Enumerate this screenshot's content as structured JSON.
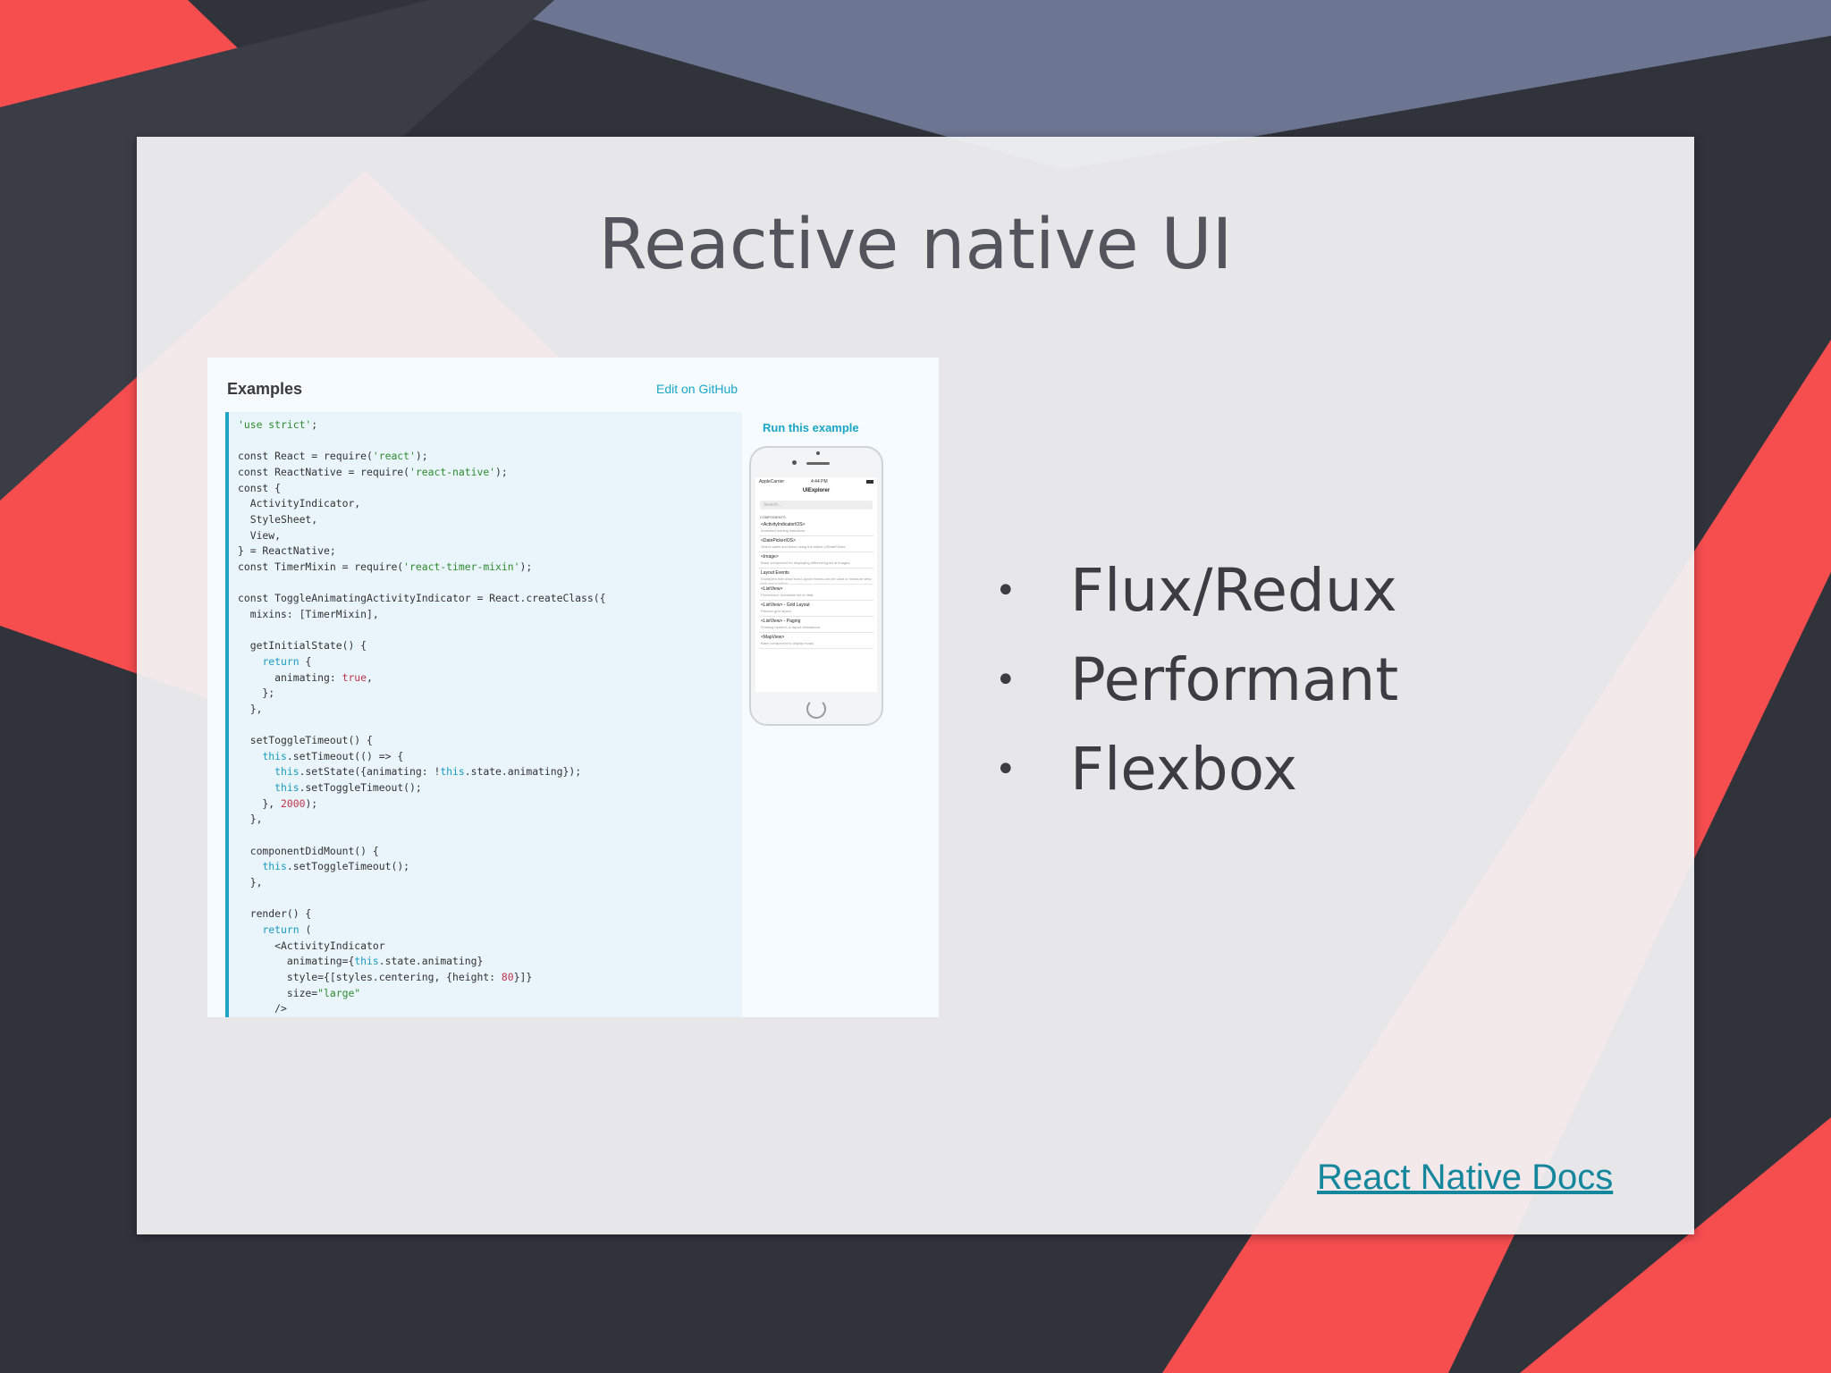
{
  "slide": {
    "title": "Reactive native UI",
    "bullets": [
      "Flux/Redux",
      "Performant",
      "Flexbox"
    ],
    "link_label": "React Native Docs"
  },
  "docs": {
    "heading": "Examples",
    "github_link": "Edit on GitHub",
    "run_label": "Run this example",
    "code_lines": [
      "'use strict';",
      "",
      "const React = require('react');",
      "const ReactNative = require('react-native');",
      "const {",
      "  ActivityIndicator,",
      "  StyleSheet,",
      "  View,",
      "} = ReactNative;",
      "const TimerMixin = require('react-timer-mixin');",
      "",
      "const ToggleAnimatingActivityIndicator = React.createClass({",
      "  mixins: [TimerMixin],",
      "",
      "  getInitialState() {",
      "    return {",
      "      animating: true,",
      "    };",
      "  },",
      "",
      "  setToggleTimeout() {",
      "    this.setTimeout(() => {",
      "      this.setState({animating: !this.state.animating});",
      "      this.setToggleTimeout();",
      "    }, 2000);",
      "  },",
      "",
      "  componentDidMount() {",
      "    this.setToggleTimeout();",
      "  },",
      "",
      "  render() {",
      "    return (",
      "      <ActivityIndicator",
      "        animating={this.state.animating}",
      "        style={[styles.centering, {height: 80}]}",
      "        size=\"large\"",
      "      />"
    ]
  },
  "phone": {
    "carrier": "AppleCarrier",
    "time": "4:44 PM",
    "app_title": "UIExplorer",
    "search_placeholder": "Search...",
    "section_label": "COMPONENTS",
    "items": [
      {
        "title": "<ActivityIndicatorIOS>",
        "desc": "Animated loading indicators."
      },
      {
        "title": "<DatePickerIOS>",
        "desc": "Select dates and times using the native UIDatePicker."
      },
      {
        "title": "<Image>",
        "desc": "Base component for displaying different types of images."
      },
      {
        "title": "Layout Events",
        "desc": "Examples that show how Layout events can be used to measure view size and position."
      },
      {
        "title": "<ListView>",
        "desc": "Performant, scrollable list of data."
      },
      {
        "title": "<ListView> - Grid Layout",
        "desc": "Flexbox grid layout."
      },
      {
        "title": "<ListView> - Paging",
        "desc": "Floating headers & layout animations."
      },
      {
        "title": "<MapView>",
        "desc": "Base component to display maps."
      }
    ]
  },
  "colors": {
    "accent_red": "#f64d4f",
    "dark_bg": "#31333b",
    "slate": "#6c7591",
    "link_teal": "#14879c",
    "docs_accent": "#1ea5c8"
  },
  "icons": [
    "bullet-icon",
    "battery-icon",
    "home-button-icon",
    "camera-icon"
  ]
}
